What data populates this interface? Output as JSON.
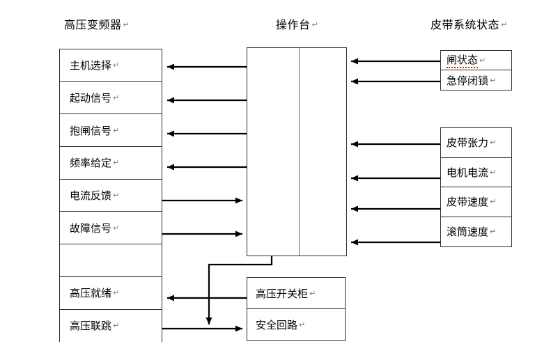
{
  "diagram": {
    "title_left": "高压变频器",
    "title_center": "操作台",
    "title_right": "皮带系统状态",
    "paragraph_mark": "↵"
  },
  "left_panel": {
    "name": "高压变频器",
    "rows": [
      {
        "label": "主机选择",
        "arrow": "left"
      },
      {
        "label": "起动信号",
        "arrow": "left"
      },
      {
        "label": "抱闸信号",
        "arrow": "left"
      },
      {
        "label": "频率给定",
        "arrow": "left"
      },
      {
        "label": "电流反馈",
        "arrow": "right"
      },
      {
        "label": "故障信号",
        "arrow": "right"
      },
      {
        "label": "",
        "arrow": "none"
      },
      {
        "label": "高压就绪",
        "arrow": "left"
      },
      {
        "label": "高压联跳",
        "arrow": "right"
      }
    ]
  },
  "right_panel_top": {
    "rows": [
      {
        "label": "闸状态",
        "spellcheck": true,
        "arrow": "left"
      },
      {
        "label": "急停闭锁",
        "spellcheck": false,
        "arrow": "left"
      }
    ]
  },
  "right_panel_bottom": {
    "rows": [
      {
        "label": "皮带张力",
        "arrow": "left"
      },
      {
        "label": "电机电流",
        "arrow": "left"
      },
      {
        "label": "皮带速度",
        "arrow": "left"
      },
      {
        "label": "滚筒速度",
        "arrow": "left"
      }
    ]
  },
  "bottom_panel": {
    "rows": [
      {
        "label": "高压开关柜",
        "arrow": "left"
      },
      {
        "label": "安全回路",
        "arrow": "right"
      }
    ]
  },
  "colors": {
    "line": "#2b2b2b",
    "arrow": "#000000",
    "spell_underline": "#cc2200",
    "box_border": "#2b2b2b",
    "background": "#ffffff"
  }
}
